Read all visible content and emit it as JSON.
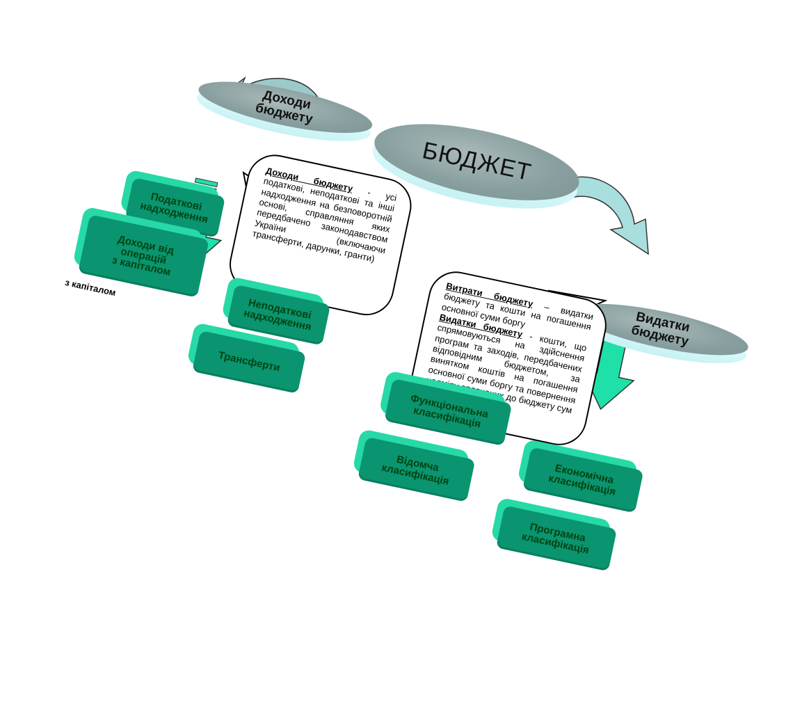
{
  "center": {
    "title": "БЮДЖЕТ"
  },
  "revenue_node": {
    "label": "Доходи\nбюджету"
  },
  "expense_node": {
    "label": "Видатки\nбюджету"
  },
  "revenue_callout": {
    "term": "Доходи бюджету",
    "text": " - усі податкові, неподаткові та інші надходження на безповоротній основі, справляння яких передбачено законодавством України (включаючи трансферти, дарунки, гранти)"
  },
  "expense_callout": {
    "term1": "Витрати бюджету",
    "text1": " – видатки бюджету та кошти на погашення основної суми боргу",
    "term2": "Видатки бюджету",
    "text2": " - кошти, що спрямовуються на здійснення програм та заходів, передбачених відповідним бюджетом, за винятком коштів на погашення основної суми боргу та повернення надміру сплачених до бюджету сум"
  },
  "revenue_boxes": [
    {
      "label": "Податкові\nнадходження"
    },
    {
      "label": "Доходи від\nоперацій\nз капіталом"
    },
    {
      "label": "Неподаткові\nнадходження"
    },
    {
      "label": "Трансферти"
    }
  ],
  "expense_boxes": [
    {
      "label": "Функціональна\nкласифікація"
    },
    {
      "label": "Відомча\nкласифікація"
    },
    {
      "label": "Економічна\nкласифікація"
    },
    {
      "label": "Програмна\nкласифікація"
    }
  ],
  "stray_label": "з капіталом",
  "colors": {
    "box_front": "#0a9470",
    "box_back": "#26d9a6",
    "ellipse_top": "#8aa0a0",
    "ellipse_side": "#c7f1f4",
    "arrow_green": "#1fe0a8",
    "arrow_curve": "#9cc9c9"
  }
}
